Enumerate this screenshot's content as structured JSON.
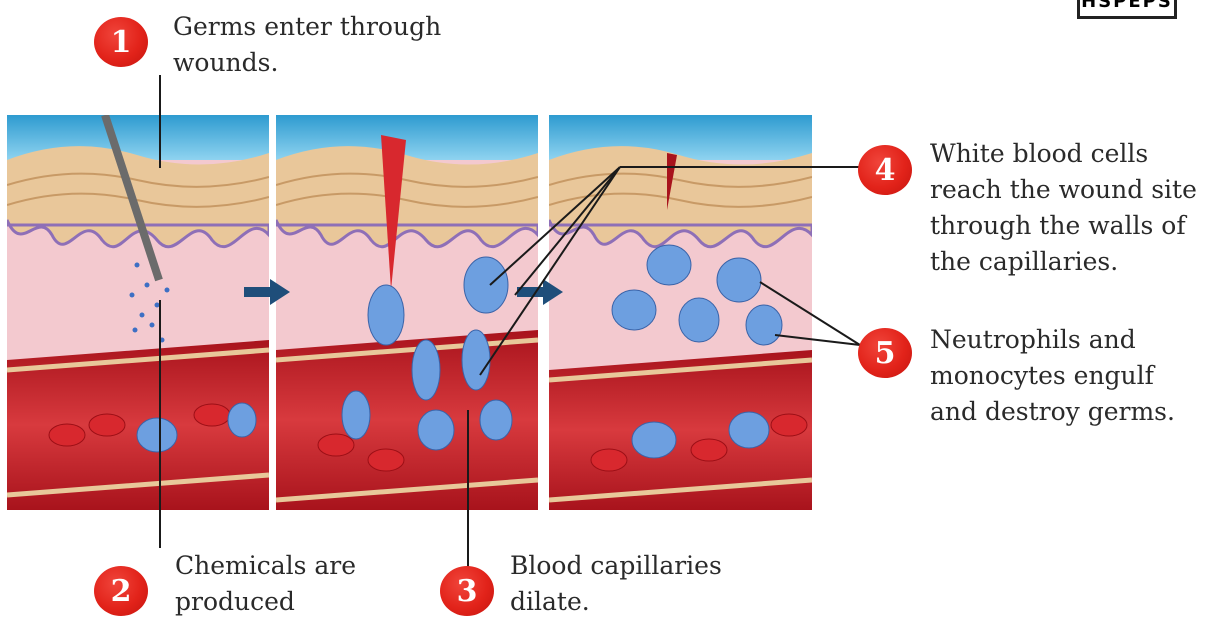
{
  "corner_label": "HSPEPS",
  "steps": [
    {
      "number": "1",
      "text": "Germs enter through\nwounds."
    },
    {
      "number": "2",
      "text": "Chemicals are\nproduced"
    },
    {
      "number": "3",
      "text": "Blood capillaries\ndilate."
    },
    {
      "number": "4",
      "text": "White blood cells\nreach the wound site\nthrough the walls of\nthe capillaries."
    },
    {
      "number": "5",
      "text": "Neutrophils and\nmonocytes engulf\nand destroy germs."
    }
  ],
  "colors": {
    "badge": "#e2231a",
    "sky": "#4fb6e0",
    "skin": "#e9c79a",
    "tissue": "#f3c9cf",
    "vessel": "#c8232b",
    "wbc": "#6d9fe0",
    "arrow": "#1f4e7a"
  }
}
